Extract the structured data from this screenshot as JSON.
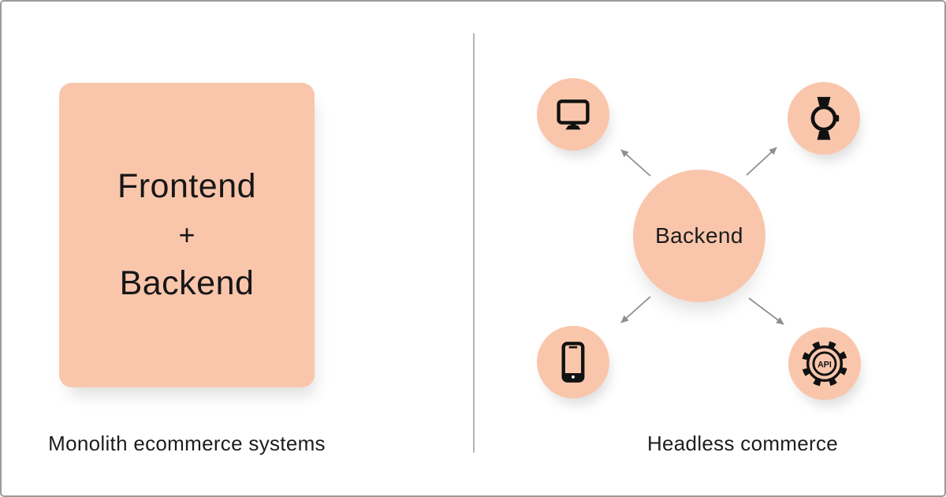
{
  "colors": {
    "peach": "#F9C6AC",
    "ink": "#161616",
    "arrow": "#8f8f8f",
    "divider": "#b5b5b5",
    "card_border": "#9a9a9a"
  },
  "left_panel": {
    "box": {
      "line1": "Frontend",
      "line2": "+",
      "line3": "Backend"
    },
    "caption": "Monolith ecommerce systems"
  },
  "right_panel": {
    "center_label": "Backend",
    "caption": "Headless commerce",
    "api_label": "API",
    "nodes": [
      {
        "icon": "desktop-monitor-icon",
        "position": "top-left"
      },
      {
        "icon": "smartwatch-icon",
        "position": "top-right"
      },
      {
        "icon": "smartphone-icon",
        "position": "bottom-left"
      },
      {
        "icon": "api-gear-icon",
        "position": "bottom-right"
      }
    ]
  }
}
